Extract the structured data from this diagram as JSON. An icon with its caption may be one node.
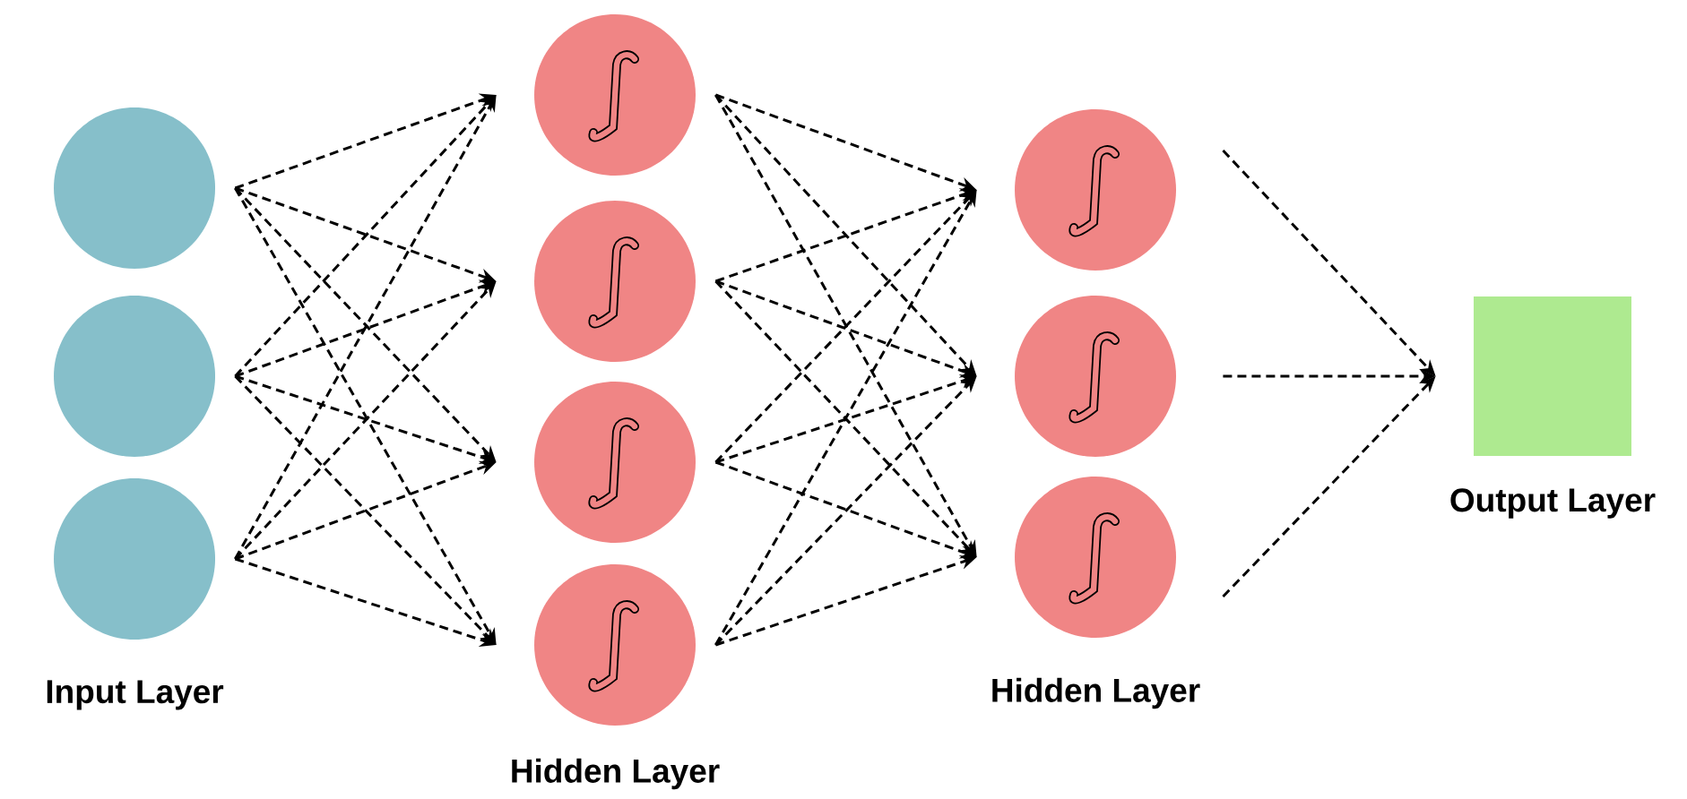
{
  "diagram": {
    "nodes": [
      {
        "text": [],
        "shape": "circle"
      },
      {
        "text": [],
        "shape": "circle"
      },
      {
        "text": [],
        "shape": "circle"
      },
      {
        "text": [],
        "shape": "circle"
      },
      {
        "text": [],
        "shape": "circle"
      },
      {
        "text": [],
        "shape": "circle"
      },
      {
        "text": [],
        "shape": "circle"
      },
      {
        "text": [],
        "shape": "circle"
      },
      {
        "text": [],
        "shape": "circle"
      },
      {
        "text": [],
        "shape": "circle"
      },
      {
        "text": [],
        "shape": "box"
      }
    ],
    "edges": [
      {
        "from": 0,
        "to": 3,
        "arrow": "to",
        "style": "dashed"
      },
      {
        "from": 0,
        "to": 4,
        "arrow": "to",
        "style": "dashed"
      },
      {
        "from": 0,
        "to": 5,
        "arrow": "to",
        "style": "dashed"
      },
      {
        "from": 0,
        "to": 6,
        "arrow": "to",
        "style": "dashed"
      },
      {
        "from": 1,
        "to": 3,
        "arrow": "to",
        "style": "dashed"
      },
      {
        "from": 1,
        "to": 4,
        "arrow": "to",
        "style": "dashed"
      },
      {
        "from": 1,
        "to": 5,
        "arrow": "to",
        "style": "dashed"
      },
      {
        "from": 1,
        "to": 6,
        "arrow": "to",
        "style": "dashed"
      },
      {
        "from": 2,
        "to": 3,
        "arrow": "to",
        "style": "dashed"
      },
      {
        "from": 2,
        "to": 4,
        "arrow": "to",
        "style": "dashed"
      },
      {
        "from": 2,
        "to": 5,
        "arrow": "to",
        "style": "dashed"
      },
      {
        "from": 2,
        "to": 6,
        "arrow": "to",
        "style": "dashed"
      },
      {
        "from": 3,
        "to": 7,
        "arrow": "to",
        "style": "dashed"
      },
      {
        "from": 3,
        "to": 8,
        "arrow": "to",
        "style": "dashed"
      },
      {
        "from": 3,
        "to": 9,
        "arrow": "to",
        "style": "dashed"
      },
      {
        "from": 4,
        "to": 7,
        "arrow": "to",
        "style": "dashed"
      },
      {
        "from": 4,
        "to": 8,
        "arrow": "to",
        "style": "dashed"
      },
      {
        "from": 4,
        "to": 9,
        "arrow": "to",
        "style": "dashed"
      },
      {
        "from": 5,
        "to": 7,
        "arrow": "to",
        "style": "dashed"
      },
      {
        "from": 5,
        "to": 8,
        "arrow": "to",
        "style": "dashed"
      },
      {
        "from": 5,
        "to": 9,
        "arrow": "to",
        "style": "dashed"
      },
      {
        "from": 6,
        "to": 7,
        "arrow": "to",
        "style": "dashed"
      },
      {
        "from": 6,
        "to": 8,
        "arrow": "to",
        "style": "dashed"
      },
      {
        "from": 6,
        "to": 9,
        "arrow": "to",
        "style": "dashed"
      },
      {
        "from": 7,
        "to": 10,
        "arrow": "to",
        "style": "dashed"
      },
      {
        "from": 8,
        "to": 10,
        "arrow": "to",
        "style": "dashed"
      },
      {
        "from": 9,
        "to": 10,
        "arrow": "to",
        "style": "dashed"
      }
    ],
    "labels": [
      "Input Layer",
      "Hidden Layer",
      "Hidden Layer",
      "Output Layer"
    ]
  }
}
